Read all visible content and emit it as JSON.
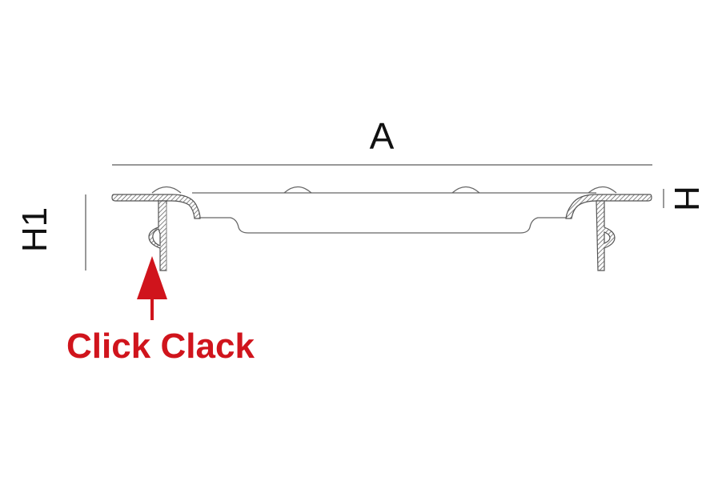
{
  "diagram": {
    "dimension_width_label": "A",
    "dimension_total_height_label": "H1",
    "dimension_height_label": "H",
    "callout_label": "Click Clack",
    "colors": {
      "line": "#555555",
      "callout": "#d0141c",
      "text": "#111111"
    }
  }
}
